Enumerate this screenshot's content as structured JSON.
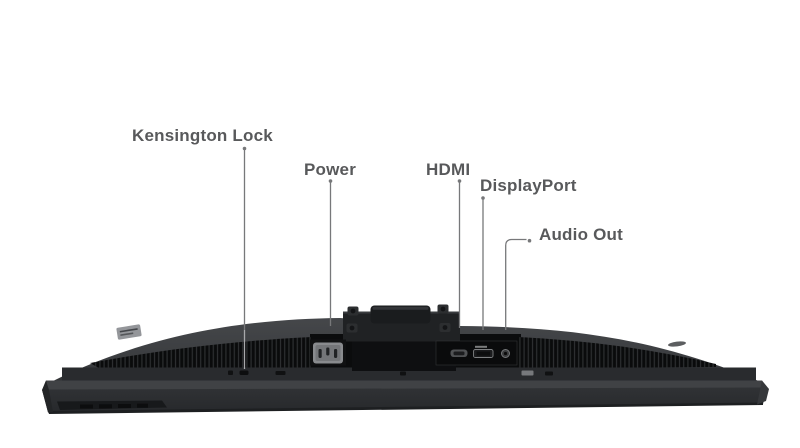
{
  "diagram": {
    "subject": "monitor rear-bottom view with port callouts",
    "labels": {
      "kensington": "Kensington Lock",
      "power": "Power",
      "hdmi": "HDMI",
      "displayport": "DisplayPort",
      "audio_out": "Audio Out"
    },
    "colors": {
      "background": "#ffffff",
      "label_text": "#58595b",
      "leader_line": "#77787a",
      "leader_line_on_dark": "#a8a9ab",
      "shell_top": "#47494c",
      "shell_bottom": "#313335",
      "vent_black": "#0a0b0c",
      "slab_face": "#2b2d30",
      "power_socket": "#898b8e",
      "port_bay": "#0a0b0c"
    }
  }
}
